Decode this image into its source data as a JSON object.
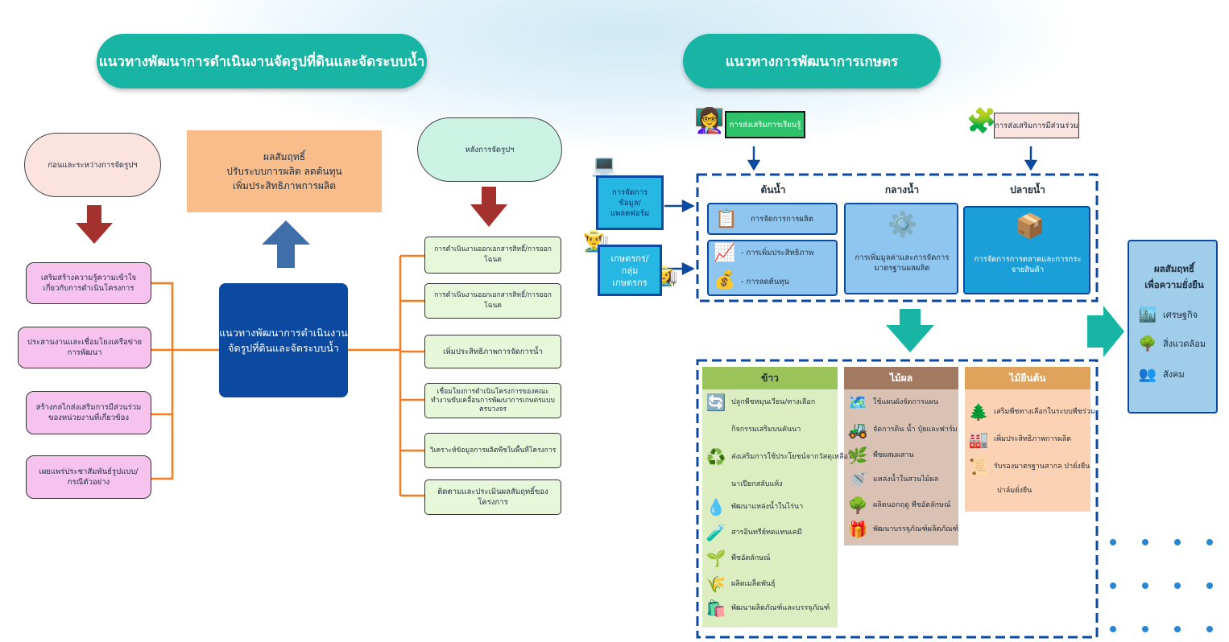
{
  "left_title": "แนวทางพัฒนาการดำเนินงานจัดรูปที่ดินและจัดระบบน้ำ",
  "right_title": "แนวทางการพัฒนาการเกษตร",
  "before_label": "ก่อนและระหว่างการจัดรูปฯ",
  "after_label": "หลังการจัดรูปฯ",
  "outcome": {
    "line1": "ผลสัมฤทธิ์",
    "line2": "ปรับระบบการผลิต ลดต้นทุน",
    "line3": "เพิ่มประสิทธิภาพการผลิต"
  },
  "center_box": {
    "line1": "แนวทางพัฒนาการดำเนินงาน",
    "line2": "จัดรูปที่ดินและจัดระบบน้ำ"
  },
  "left_items": [
    "เสริมสร้างความรู้ความเข้าใจเกี่ยวกับการดำเนินโครงการ",
    "ประสานงานและเชื่อมโยงเครือข่ายการพัฒนา",
    "สร้างกลไกส่งเสริมการมีส่วนร่วมของหน่วยงานที่เกี่ยวข้อง",
    "เผยแพร่ประชาสัมพันธ์รูปแบบ/กรณีตัวอย่าง"
  ],
  "right_items": [
    "การดำเนินงานออกเอกสารสิทธิ์/การออกโฉนด",
    "การดำเนินงานออกเอกสารสิทธิ์/การออกโฉนด",
    "เพิ่มประสิทธิภาพการจัดการน้ำ",
    "เชื่อมโยงการดำเนินโครงการของคณะทำงานขับเคลื่อนการพัฒนาการเกษตรแบบครบวงจร",
    "วิเคราะห์ข้อมูลการผลิตพืชในพื้นที่โครงการ",
    "ติดตามและประเมินผลสัมฤทธิ์ของโครงการ"
  ],
  "learning_label": "การส่งเสริมการเรียนรู้",
  "participation_label": "การส่งเสริมการมีส่วนร่วม",
  "data_label": "การจัดการข้อมูล/แพลตฟอร์ม",
  "farmer_label": "เกษตรกร/กลุ่มเกษตรกร",
  "upstream": {
    "title": "ต้นน้ำ",
    "item1": "การจัดการการผลิต",
    "item2": "- การเพิ่มประสิทธิภาพ",
    "item3": "- การลดต้นทุน"
  },
  "midstream": {
    "title": "กลางน้ำ",
    "text": "การเพิ่มมูลค่าและการจัดการมาตรฐานผลผลิต"
  },
  "downstream": {
    "title": "ปลายน้ำ",
    "text": "การจัดการการตลาดและการกระจายสินค้า"
  },
  "rice": {
    "title": "ข้าว",
    "items": [
      "ปลูกพืชหมุนเวียน/ทางเลือก",
      "กิจกรรมเสริมบนคันนา",
      "ส่งเสริมการใช้ประโยชน์จากวัสดุเหลือใช้",
      "นาเปียกสลับแห้ง",
      "พัฒนาแหล่งน้ำในไร่นา",
      "สารอินทรีย์ทดแทนเคมี",
      "พืชอัตลักษณ์",
      "ผลิตเมล็ดพันธุ์",
      "พัฒนาผลิตภัณฑ์และบรรจุภัณฑ์"
    ]
  },
  "fruit": {
    "title": "ไม้ผล",
    "items": [
      "ใช้แผนผังจัดการแผน",
      "จัดการดิน น้ำ ปุ๋ยและฟาร์ม",
      "พืชผสมผสาน",
      "แหล่งน้ำในสวนไม้ผล",
      "ผลิตนอกฤดู พืชอัตลักษณ์",
      "พัฒนาบรรจุภัณฑ์ผลิตภัณฑ์"
    ]
  },
  "perennial": {
    "title": "ไม้ยืนต้น",
    "items": [
      "เสริมพืชทางเลือกในระบบพืชร่วม",
      "เพิ่มประสิทธิภาพการผลิต",
      "รับรองมาตรฐานสากล ป่ายั่งยืน",
      "ปาล์มยั่งยืน"
    ]
  },
  "sustainable": {
    "title1": "ผลสัมฤทธิ์",
    "title2": "เพื่อความยั่งยืน",
    "items": [
      "เศรษฐกิจ",
      "สิ่งแวดล้อม",
      "สังคม"
    ]
  },
  "colors": {
    "teal": "#18b5a5",
    "navy": "#0b4aa0",
    "orange": "#f47b20",
    "dark_red": "#a3312e",
    "slate": "#3f6ea8"
  }
}
